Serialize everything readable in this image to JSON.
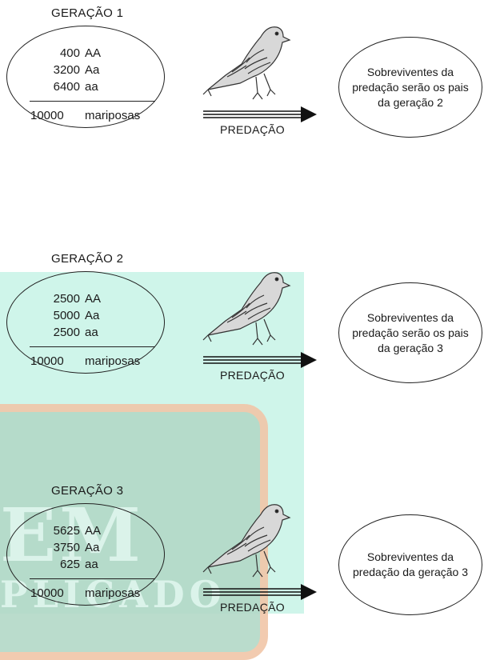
{
  "generations": [
    {
      "title": "GERAÇÃO 1",
      "rows": [
        {
          "count": "400",
          "genotype": "AA"
        },
        {
          "count": "3200",
          "genotype": "Aa"
        },
        {
          "count": "6400",
          "genotype": "aa"
        }
      ],
      "total": "10000",
      "total_label": "mariposas",
      "arrow_label": "PREDAÇÃO",
      "result": "Sobreviventes da predação serão os pais da geração 2"
    },
    {
      "title": "GERAÇÃO 2",
      "rows": [
        {
          "count": "2500",
          "genotype": "AA"
        },
        {
          "count": "5000",
          "genotype": "Aa"
        },
        {
          "count": "2500",
          "genotype": "aa"
        }
      ],
      "total": "10000",
      "total_label": "mariposas",
      "arrow_label": "PREDAÇÃO",
      "result": "Sobreviventes da predação serão os pais da geração 3"
    },
    {
      "title": "GERAÇÃO 3",
      "rows": [
        {
          "count": "5625",
          "genotype": "AA"
        },
        {
          "count": "3750",
          "genotype": "Aa"
        },
        {
          "count": "625",
          "genotype": "aa"
        }
      ],
      "total": "10000",
      "total_label": "mariposas",
      "arrow_label": "PREDAÇÃO",
      "result": "Sobreviventes da predação da geração 3"
    }
  ],
  "watermark": {
    "line1": "EM",
    "line2": "PLICADO"
  },
  "colors": {
    "panel": "#cff5ea",
    "chalkboard": "#b3d9c7",
    "frame": "#f1c6a8",
    "ink": "#1a1a1a"
  }
}
